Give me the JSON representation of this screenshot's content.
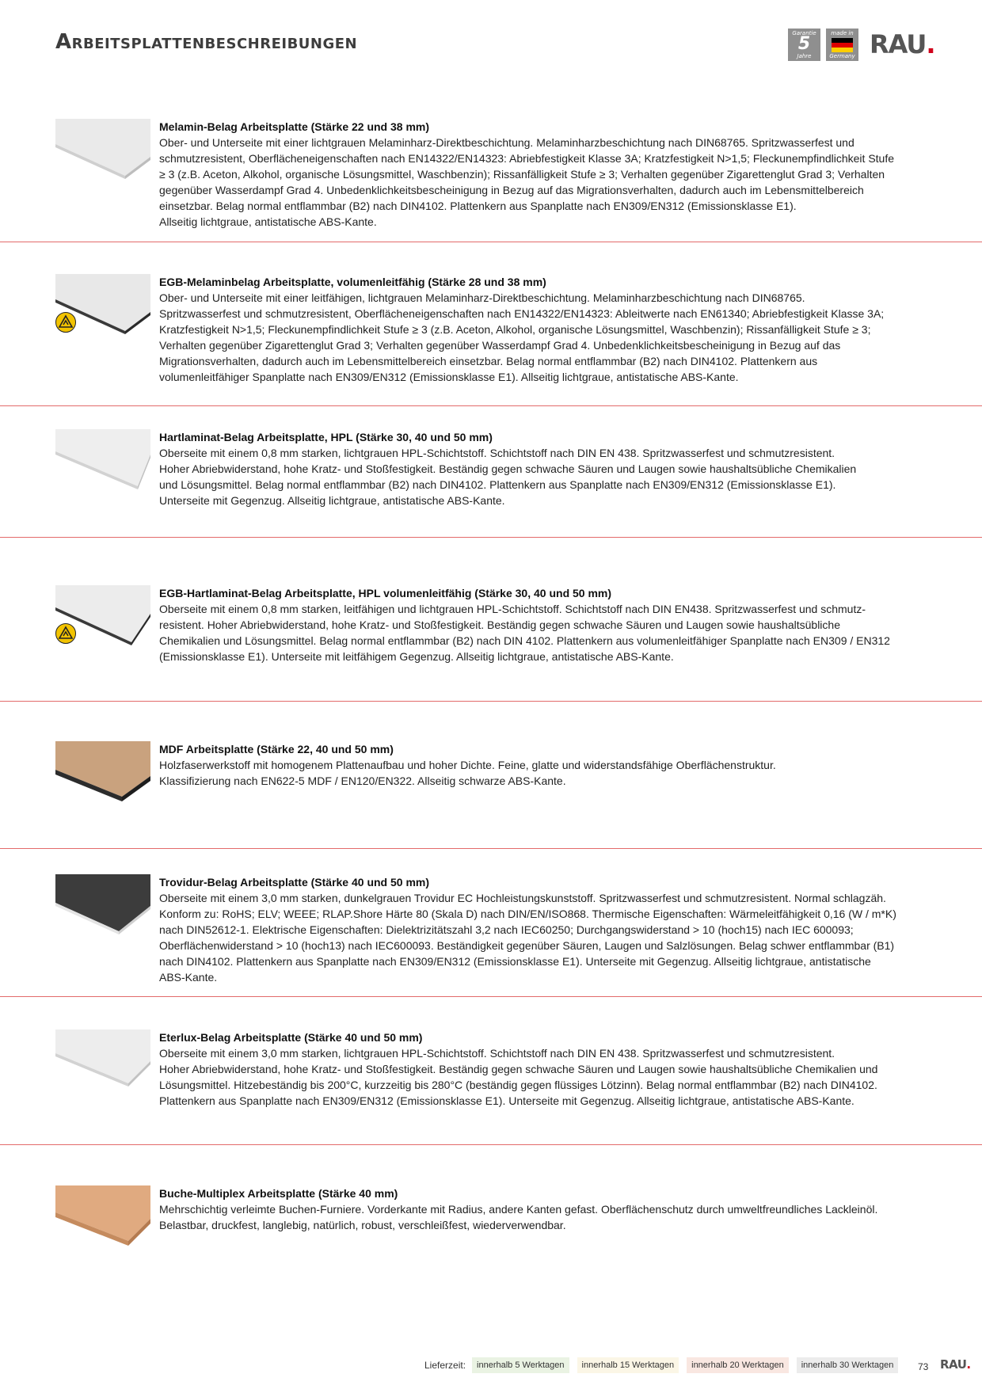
{
  "header": {
    "title": "Arbeitsplattenbeschreibungen",
    "badge_guarantee": {
      "top": "Garantie",
      "big": "5",
      "bottom": "Jahre"
    },
    "badge_made": {
      "top": "made in",
      "bottom": "Germany"
    },
    "logo_text": "RAU",
    "logo_dot": "."
  },
  "products": [
    {
      "title": "Melamin-Belag Arbeitsplatte (Stärke 22 und 38 mm)",
      "lines": [
        "Ober- und Unterseite mit einer lichtgrauen Melaminharz-Direktbeschichtung.  Melaminharzbeschichtung nach DIN68765. Spritzwasserfest und",
        "schmutzresistent, Oberflächeneigenschaften nach EN14322/EN14323: Abriebfestigkeit Klasse 3A; Kratzfestigkeit N>1,5; Fleckunempfindlichkeit Stufe",
        "≥ 3 (z.B. Aceton, Alkohol, organische Lösungsmittel, Waschbenzin); Rissanfälligkeit Stufe ≥ 3; Verhalten gegenüber Zigarettenglut Grad 3; Verhalten",
        "gegenüber Wasserdampf Grad 4. Unbedenklichkeitsbescheinigung in Bezug auf das Migrationsverhalten, dadurch auch im Lebensmittelbereich",
        "einsetzbar. Belag normal entflammbar (B2) nach DIN4102.  Plattenkern aus Spanplatte nach EN309/EN312 (Emissionsklasse  E1).",
        "Allseitig lichtgraue, antistatische ABS-Kante."
      ]
    },
    {
      "title": "EGB-Melaminbelag Arbeitsplatte, volumenleitfähig (Stärke 28 und 38 mm)",
      "lines": [
        "Ober- und Unterseite mit einer leitfähigen, lichtgrauen Melaminharz-Direktbeschichtung.  Melaminharzbeschichtung nach DIN68765.",
        "Spritzwasserfest und schmutzresistent, Oberflächeneigenschaften nach EN14322/EN14323: Ableitwerte nach EN61340; Abriebfestigkeit Klasse 3A;",
        "Kratzfestigkeit N>1,5; Fleckunempfindlichkeit Stufe ≥ 3 (z.B. Aceton, Alkohol, organische Lösungsmittel, Waschbenzin); Rissanfälligkeit Stufe ≥ 3;",
        "Verhalten gegenüber Zigarettenglut Grad 3; Verhalten gegenüber Wasserdampf Grad 4. Unbedenklichkeitsbescheinigung in Bezug auf das",
        "Migrationsverhalten, dadurch auch im Lebensmittelbereich einsetzbar. Belag normal entflammbar (B2) nach DIN4102.  Plattenkern aus",
        "volumenleitfähiger Spanplatte nach EN309/EN312 (Emissionsklasse  E1). Allseitig lichtgraue, antistatische ABS-Kante."
      ]
    },
    {
      "title": "Hartlaminat-Belag Arbeitsplatte, HPL (Stärke 30, 40 und 50 mm)",
      "lines": [
        "Oberseite mit einem 0,8 mm starken, lichtgrauen HPL-Schichtstoff. Schichtstoff nach DIN EN 438. Spritzwasserfest und schmutzresistent.",
        "Hoher Abriebwiderstand, hohe Kratz- und Stoßfestigkeit. Beständig gegen schwache Säuren und Laugen sowie haushaltsübliche Chemikalien",
        "und Lösungsmittel. Belag normal entflammbar (B2) nach DIN4102. Plattenkern aus Spanplatte nach EN309/EN312 (Emissionsklasse  E1).",
        "Unterseite mit Gegenzug. Allseitig lichtgraue, antistatische ABS-Kante."
      ]
    },
    {
      "title": "EGB-Hartlaminat-Belag Arbeitsplatte, HPL volumenleitfähig (Stärke 30, 40 und 50 mm)",
      "lines": [
        "Oberseite mit einem 0,8 mm starken, leitfähigen und lichtgrauen HPL-Schichtstoff.  Schichtstoff nach DIN EN438. Spritzwasserfest und schmutz-",
        "resistent. Hoher Abriebwiderstand, hohe Kratz- und Stoßfestigkeit. Beständig gegen schwache Säuren und Laugen sowie haushaltsübliche",
        "Chemikalien und Lösungsmittel. Belag normal entflammbar (B2) nach DIN 4102. Plattenkern aus volumenleitfähiger Spanplatte nach EN309 / EN312",
        "(Emissionsklasse  E1). Unterseite mit leitfähigem Gegenzug. Allseitig lichtgraue, antistatische ABS-Kante."
      ]
    },
    {
      "title": "MDF Arbeitsplatte (Stärke 22, 40 und 50 mm)",
      "lines": [
        "Holzfaserwerkstoff mit homogenem Plattenaufbau und hoher Dichte. Feine, glatte und widerstandsfähige Oberflächenstruktur.",
        "Klassifizierung nach EN622-5 MDF / EN120/EN322. Allseitig schwarze ABS-Kante."
      ]
    },
    {
      "title": "Trovidur-Belag Arbeitsplatte (Stärke 40 und 50 mm)",
      "lines": [
        "Oberseite mit einem 3,0 mm starken, dunkelgrauen Trovidur EC Hochleistungskunststoff. Spritzwasserfest und schmutzresistent. Normal schlagzäh.",
        "Konform zu: RoHS; ELV; WEEE; RLAP.Shore Härte 80 (Skala D) nach DIN/EN/ISO868. Thermische Eigenschaften: Wärmeleitfähigkeit 0,16 (W / m*K)",
        "nach DIN52612-1. Elektrische Eigenschaften: Dielektrizitätszahl 3,2 nach IEC60250; Durchgangswiderstand > 10 (hoch15)  nach IEC 600093;",
        "Oberflächenwiderstand > 10 (hoch13) nach IEC600093. Beständigkeit gegenüber Säuren, Laugen und Salzlösungen. Belag schwer entflammbar (B1)",
        "nach DIN4102. Plattenkern aus Spanplatte nach EN309/EN312 (Emissionsklasse  E1). Unterseite mit Gegenzug.  Allseitig lichtgraue, antistatische",
        "ABS-Kante."
      ]
    },
    {
      "title": "Eterlux-Belag Arbeitsplatte (Stärke 40 und 50 mm)",
      "lines": [
        "Oberseite mit einem 3,0 mm starken, lichtgrauen HPL-Schichtstoff. Schichtstoff nach DIN EN 438. Spritzwasserfest und schmutzresistent.",
        "Hoher Abriebwiderstand, hohe Kratz- und Stoßfestigkeit. Beständig gegen schwache Säuren und Laugen sowie haushaltsübliche Chemikalien und",
        "Lösungsmittel. Hitzebeständig bis 200°C, kurzzeitig bis 280°C (beständig gegen flüssiges Lötzinn). Belag normal entflammbar (B2) nach DIN4102.",
        "Plattenkern aus Spanplatte nach EN309/EN312 (Emissionsklasse  E1). Unterseite mit Gegenzug. Allseitig lichtgraue, antistatische ABS-Kante."
      ]
    },
    {
      "title": "Buche-Multiplex Arbeitsplatte (Stärke 40 mm)",
      "lines": [
        "Mehrschichtig verleimte Buchen-Furniere. Vorderkante mit Radius, andere Kanten gefast. Oberflächenschutz durch umweltfreundliches Lackleinöl.",
        "Belastbar, druckfest, langlebig, natürlich, robust, verschleißfest, wiederverwendbar."
      ]
    }
  ],
  "footer": {
    "label": "Lieferzeit:",
    "chips": [
      {
        "text": "innerhalb 5 Werktagen",
        "color": "#eaf3e3"
      },
      {
        "text": "innerhalb 15 Werktagen",
        "color": "#fbf6e6"
      },
      {
        "text": "innerhalb 20 Werktagen",
        "color": "#f9e7e1"
      },
      {
        "text": "innerhalb 30 Werktagen",
        "color": "#ececec"
      }
    ],
    "page_number": "73",
    "logo_text": "RAU",
    "logo_dot": "."
  },
  "colors": {
    "rule": "#e36b6b",
    "logo_dot": "#d0021b",
    "esd_yellow": "#f2c300"
  }
}
